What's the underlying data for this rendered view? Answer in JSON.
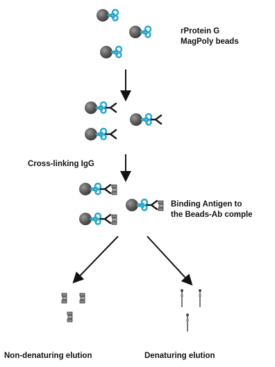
{
  "labels": {
    "beads_line1": "rProtein  G",
    "beads_line2": "MagPoly beads",
    "crosslink": "Cross-linking IgG",
    "binding_line1": "Binding Antigen to",
    "binding_line2": "the Beads-Ab comple",
    "nondenaturing": "Non-denaturing elution",
    "denaturing": "Denaturing elution"
  },
  "colors": {
    "bead": "#5a5a5a",
    "protein_g": "#2aa7c9",
    "antibody": "#1a1a1a",
    "antigen": "#8a8a8a",
    "arrow": "#111111"
  },
  "icons": [
    "bead-icon",
    "protein-g-icon",
    "antibody-icon",
    "antigen-icon",
    "arrow-icon"
  ]
}
